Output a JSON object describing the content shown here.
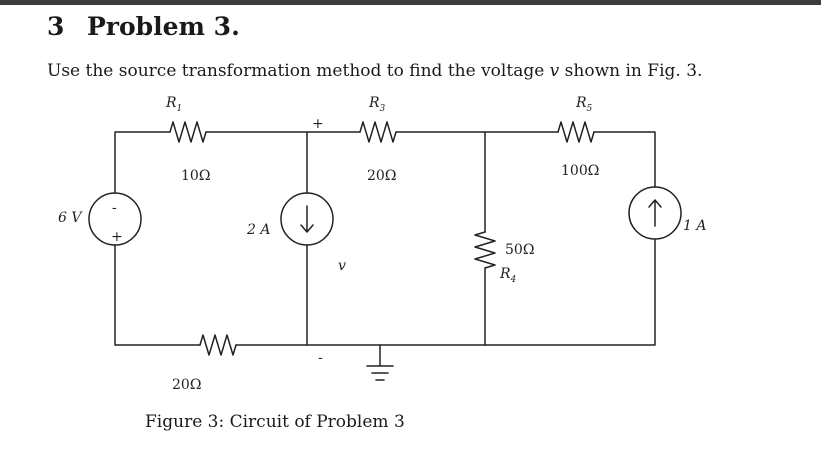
{
  "section": {
    "number": "3",
    "title": "Problem 3."
  },
  "problem": {
    "text_before": "Use the source transformation method to find the voltage ",
    "variable": "v",
    "text_after": " shown in Fig. 3."
  },
  "figure": {
    "caption": "Figure 3: Circuit of Problem 3",
    "components": {
      "r1": {
        "name": "R",
        "sub": "1",
        "value": "10Ω"
      },
      "r2": {
        "value": "20Ω"
      },
      "r3": {
        "name": "R",
        "sub": "3",
        "value": "20Ω"
      },
      "r4": {
        "name": "R",
        "sub": "4",
        "value": "50Ω"
      },
      "r5": {
        "name": "R",
        "sub": "5",
        "value": "100Ω"
      },
      "vs": {
        "label": "6 V",
        "plus": "+",
        "minus": "-"
      },
      "is1": {
        "label": "2 A"
      },
      "is2": {
        "label": "1 A"
      },
      "vout": {
        "label": "v",
        "plus": "+",
        "minus": "-"
      }
    }
  }
}
